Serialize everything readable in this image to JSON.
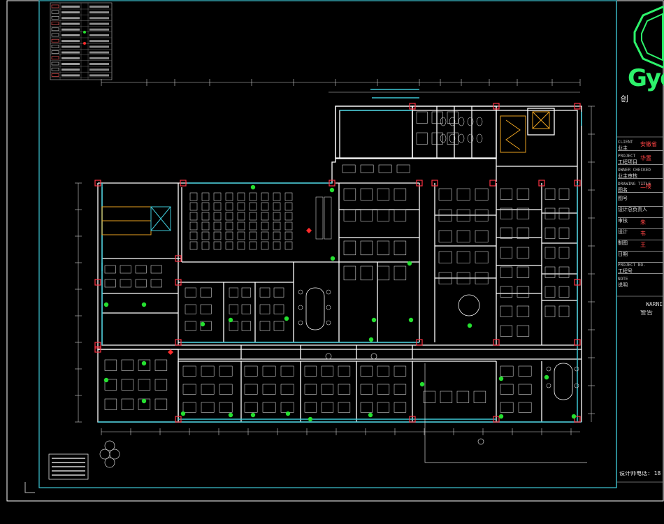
{
  "title_block": {
    "client_en": "CLIENT",
    "client_cn": "业主",
    "client_val": "安徽省",
    "project_en": "PROJECT",
    "project_cn": "工程项目",
    "project_val": "华置",
    "owner_en": "OWNER CHECKED",
    "owner_cn": "业主审核",
    "drawing_en": "DRAWING TITLE",
    "drawing_cn": "图名",
    "drawing_val": "二楼",
    "no_cn": "图号",
    "designer_cn": "设计总负责人",
    "check_cn": "审核",
    "check_val": "朱",
    "design_cn": "设计",
    "design_val": "韦",
    "draw_cn": "制图",
    "draw_val": "王",
    "date_cn": "日期",
    "project_no_en": "PROJECT NO.",
    "project_no_cn": "工程号",
    "note_en": "NOTE",
    "note_cn": "说明",
    "warning_en": "WARNI",
    "warning_cn": "警告",
    "phone": "设计师电话: 18"
  },
  "logo": {
    "mark": "Gyd",
    "sub": "创"
  },
  "colors": {
    "frame": "#3ec8d6",
    "wall": "#ffffff",
    "furniture": "#cfcfcf",
    "dimension": "#cfcfcf",
    "column": "#ff3344",
    "lamp": "#25e030",
    "accent": "#ff2b2b",
    "logo": "#2df26b",
    "stair": "#e8a020"
  }
}
